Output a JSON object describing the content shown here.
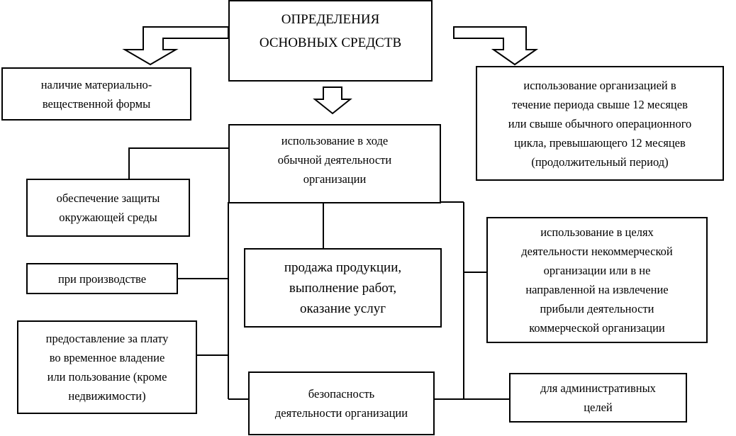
{
  "title": {
    "line1": "ОПРЕДЕЛЕНИЯ",
    "line2": "ОСНОВНЫХ СРЕДСТВ"
  },
  "nodes": {
    "material_form": "наличие материально-\nвещественной формы",
    "period": "использование организацией в\nтечение периода свыше 12 месяцев\nили свыше обычного операционного\nцикла, превышающего 12 месяцев\n(продолжительный период)",
    "ordinary_activity": "использование в ходе\nобычной деятельности\nорганизации",
    "environment": "обеспечение защиты\nокружающей среды",
    "production": "при производстве",
    "sales": "продажа продукции,\nвыполнение работ,\nоказание услуг",
    "rental": "предоставление за плату\nво временное владение\nили пользование (кроме\nнедвижимости)",
    "nonprofit": "использование в целях\nдеятельности некоммерческой\nорганизации или в не\nнаправленной на извлечение\nприбыли деятельности\nкоммерческой организации",
    "safety": "безопасность\nдеятельности организации",
    "admin": "для административных\nцелей"
  }
}
